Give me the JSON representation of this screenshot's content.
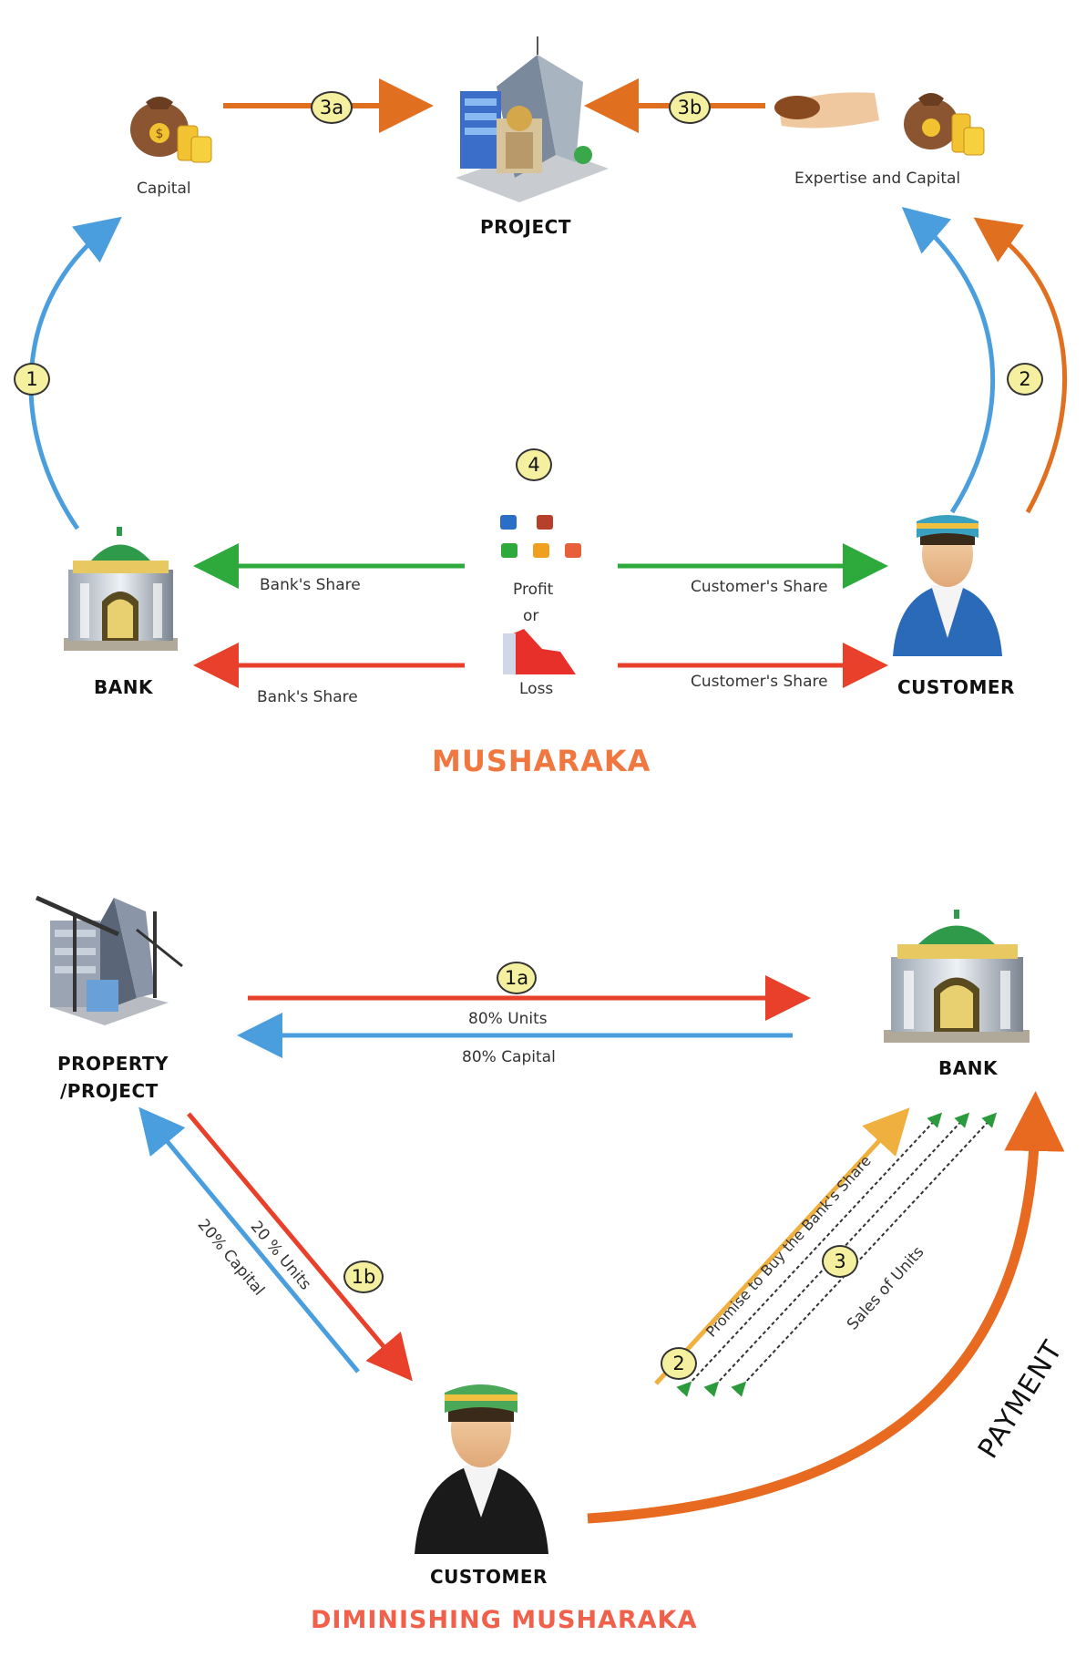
{
  "musharaka": {
    "title": "MUSHARAKA",
    "nodes": {
      "capital": "Capital",
      "project": "PROJECT",
      "expertise": "Expertise and Capital",
      "bank": "BANK",
      "customer": "CUSTOMER"
    },
    "steps": {
      "s1": "1",
      "s2": "2",
      "s3a": "3a",
      "s3b": "3b",
      "s4": "4"
    },
    "center": {
      "profit": "Profit",
      "or": "or",
      "loss": "Loss"
    },
    "shares": {
      "bank_profit": "Bank's Share",
      "customer_profit": "Customer's Share",
      "bank_loss": "Bank's Share",
      "customer_loss": "Customer's Share"
    }
  },
  "diminishing": {
    "title": "DIMINISHING MUSHARAKA",
    "nodes": {
      "property_line1": "PROPERTY",
      "property_line2": "/PROJECT",
      "bank": "BANK",
      "customer": "CUSTOMER"
    },
    "steps": {
      "s1a": "1a",
      "s1b": "1b",
      "s2": "2",
      "s3": "3"
    },
    "flows": {
      "units_80": "80% Units",
      "capital_80": "80% Capital",
      "units_20": "20 % Units",
      "capital_20": "20% Capital",
      "promise": "Promise to Buy the Bank's Share",
      "sales": "Sales of Units",
      "payment": "PAYMENT"
    }
  },
  "colors": {
    "blue": "#4a9ede",
    "orange": "#e07020",
    "green": "#2eaa3c",
    "red": "#e8402a",
    "yellow": "#f0b040",
    "badge": "#f4f0a0"
  }
}
